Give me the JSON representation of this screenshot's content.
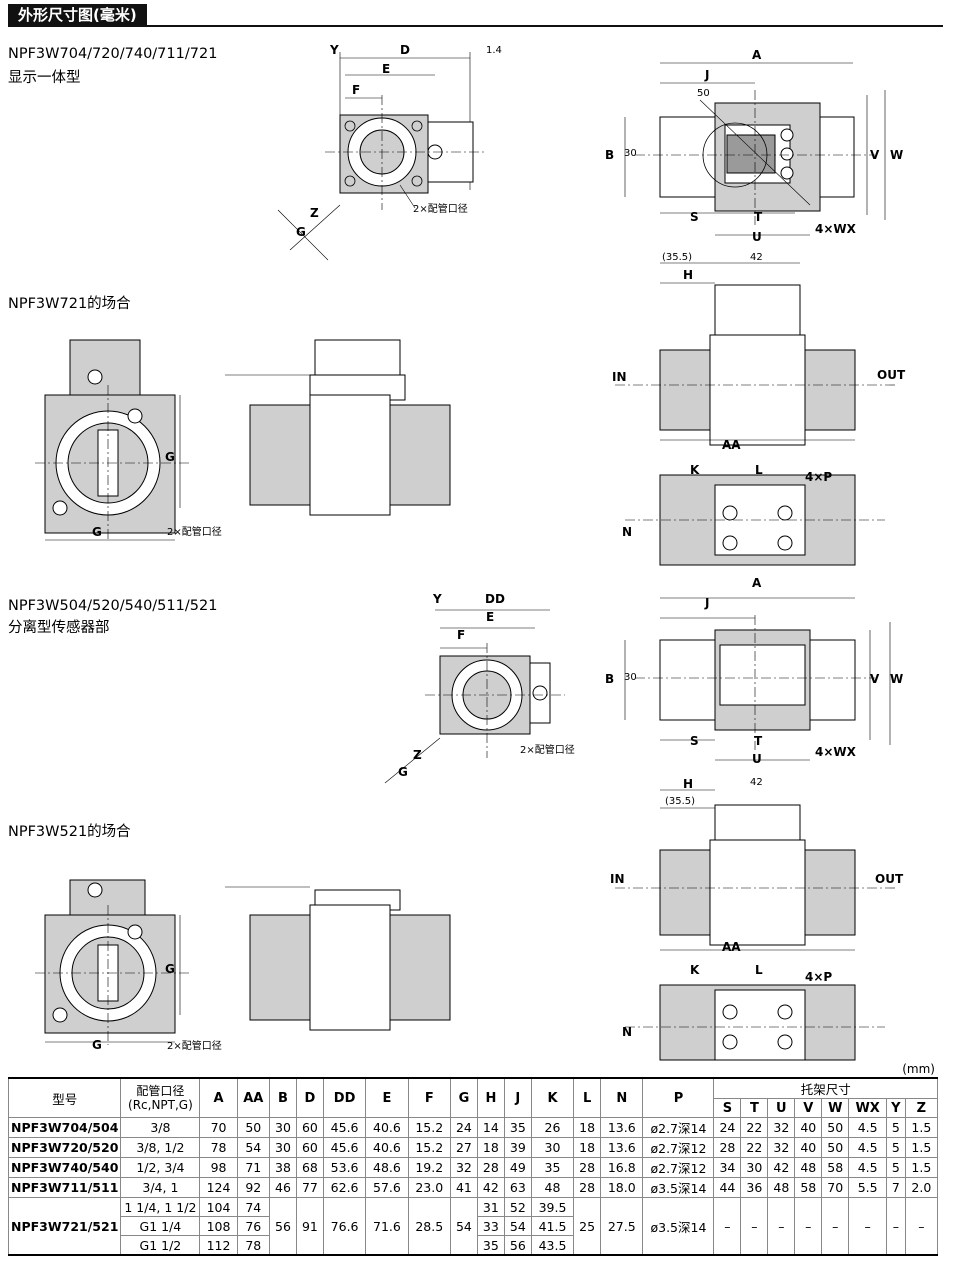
{
  "header": {
    "title": "外形尺寸图(毫米)"
  },
  "sections": {
    "s1": {
      "models": "NPF3W704/720/740/711/721",
      "type": "显示一体型"
    },
    "s2": {
      "title": "NPF3W721的场合"
    },
    "s3": {
      "models": "NPF3W504/520/540/511/521",
      "type": "分离型传感器部"
    },
    "s4": {
      "title": "NPF3W521的场合"
    }
  },
  "dim_labels": {
    "Y": "Y",
    "D": "D",
    "DD": "DD",
    "E": "E",
    "F": "F",
    "Z": "Z",
    "G": "G",
    "gap": "1.4",
    "A": "A",
    "J": "J",
    "B": "B",
    "thirty": "30",
    "fifty": "50",
    "V": "V",
    "W": "W",
    "S": "S",
    "T": "T",
    "U": "U",
    "WX": "4×WX",
    "H": "H",
    "d35": "(35.5)",
    "d42": "42",
    "IN": "IN",
    "OUT": "OUT",
    "AA": "AA",
    "K": "K",
    "L": "L",
    "N": "N",
    "P": "4×P",
    "port": "2×配管口径"
  },
  "unit": "(mm)",
  "table": {
    "headers": {
      "model": "型号",
      "port": "配管口径\n(Rc,NPT,G)",
      "cols": [
        "A",
        "AA",
        "B",
        "D",
        "DD",
        "E",
        "F",
        "G",
        "H",
        "J",
        "K",
        "L",
        "N",
        "P"
      ],
      "bracket": "托架尺寸",
      "bracket_cols": [
        "S",
        "T",
        "U",
        "V",
        "W",
        "WX",
        "Y",
        "Z"
      ]
    },
    "rows": [
      {
        "model": "NPF3W704/504",
        "port": "3/8",
        "vals": [
          "70",
          "50",
          "30",
          "60",
          "45.6",
          "40.6",
          "15.2",
          "24",
          "14",
          "35",
          "26",
          "18",
          "13.6",
          "ø2.7深14",
          "24",
          "22",
          "32",
          "40",
          "50",
          "4.5",
          "5",
          "1.5"
        ]
      },
      {
        "model": "NPF3W720/520",
        "port": "3/8, 1/2",
        "vals": [
          "78",
          "54",
          "30",
          "60",
          "45.6",
          "40.6",
          "15.2",
          "27",
          "18",
          "39",
          "30",
          "18",
          "13.6",
          "ø2.7深12",
          "28",
          "22",
          "32",
          "40",
          "50",
          "4.5",
          "5",
          "1.5"
        ]
      },
      {
        "model": "NPF3W740/540",
        "port": "1/2, 3/4",
        "vals": [
          "98",
          "71",
          "38",
          "68",
          "53.6",
          "48.6",
          "19.2",
          "32",
          "28",
          "49",
          "35",
          "28",
          "16.8",
          "ø2.7深12",
          "34",
          "30",
          "42",
          "48",
          "58",
          "4.5",
          "5",
          "1.5"
        ]
      },
      {
        "model": "NPF3W711/511",
        "port": "3/4, 1",
        "vals": [
          "124",
          "92",
          "46",
          "77",
          "62.6",
          "57.6",
          "23.0",
          "41",
          "42",
          "63",
          "48",
          "28",
          "18.0",
          "ø3.5深14",
          "44",
          "36",
          "48",
          "58",
          "70",
          "5.5",
          "7",
          "2.0"
        ]
      }
    ],
    "last": {
      "model": "NPF3W721/521",
      "sub": [
        {
          "port": "1 1/4, 1 1/2",
          "A": "104",
          "AA": "74",
          "H": "31",
          "J": "52",
          "K": "39.5"
        },
        {
          "port": "G1 1/4",
          "A": "108",
          "AA": "76",
          "H": "33",
          "J": "54",
          "K": "41.5"
        },
        {
          "port": "G1 1/2",
          "A": "112",
          "AA": "78",
          "H": "35",
          "J": "56",
          "K": "43.5"
        }
      ],
      "shared": {
        "B": "56",
        "D": "91",
        "DD": "76.6",
        "E": "71.6",
        "F": "28.5",
        "G": "54",
        "L": "25",
        "N": "27.5",
        "P": "ø3.5深14"
      },
      "dash": "–"
    }
  }
}
